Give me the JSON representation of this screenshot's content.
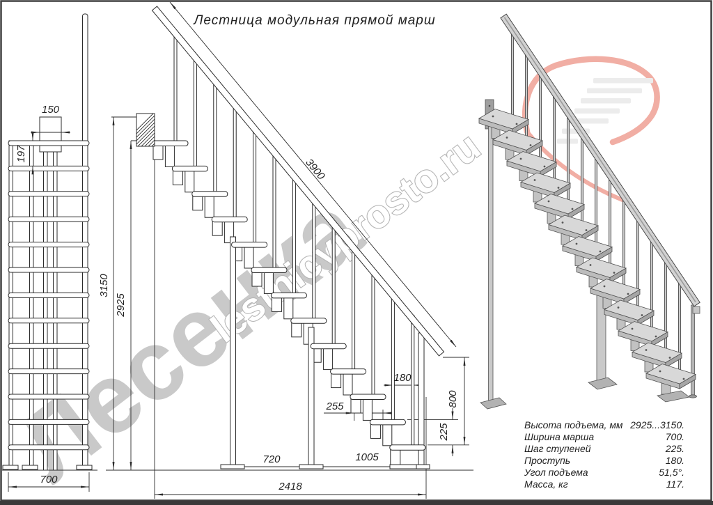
{
  "title": "Лестница модульная прямой марш",
  "watermarks": {
    "brand": "Лесенка",
    "site": "lestnicyprosto.ru"
  },
  "front_view": {
    "top_width": "150",
    "rise": "197",
    "width": "700"
  },
  "side_view": {
    "rail_length": "3900",
    "height_total": "3150",
    "height": "2925",
    "tread_depth": "180",
    "module": "255",
    "step": "225",
    "rail_height": "800",
    "span_a": "720",
    "span_b": "1005",
    "run_total": "2418"
  },
  "specs": {
    "rows": [
      {
        "label": "Высота подъема, мм",
        "value": "2925...3150."
      },
      {
        "label": "Ширина марша",
        "value": "700."
      },
      {
        "label": "Шаг ступеней",
        "value": "225."
      },
      {
        "label": "Проступь",
        "value": "180."
      },
      {
        "label": "Угол подъема",
        "value": "51,5°."
      },
      {
        "label": "Масса, кг",
        "value": "117."
      }
    ]
  }
}
